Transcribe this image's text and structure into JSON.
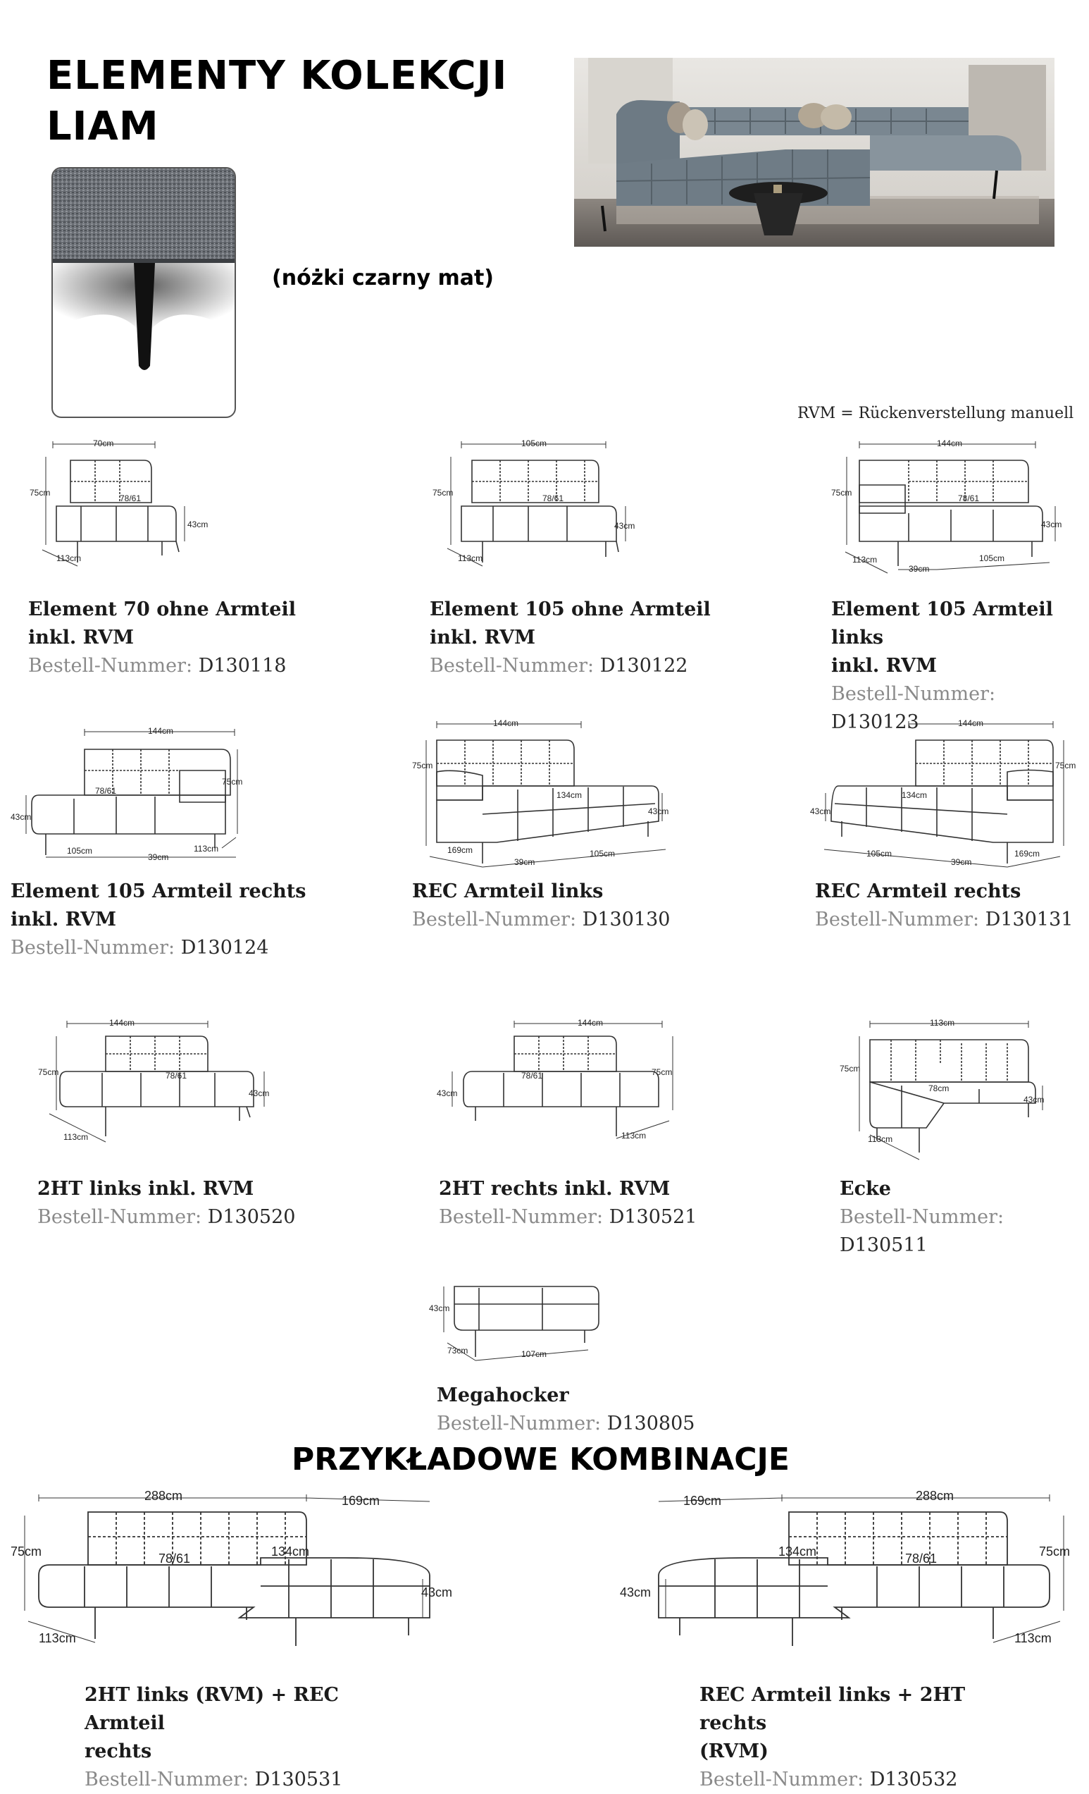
{
  "header": {
    "title_line1": "ELEMENTY KOLEKCJI",
    "title_line2": "LIAM",
    "legs_note": "(nóżki czarny mat)",
    "rvm_note": "RVM = Rückenverstellung manuell"
  },
  "order_label": "Bestell-Nummer:",
  "elements": [
    {
      "name_line1": "Element 70 ohne Armteil",
      "name_line2": "inkl. RVM",
      "number": "D130118",
      "dims": {
        "width": "70cm",
        "height": "75cm",
        "seat": "78/61",
        "seat_h": "43cm",
        "depth": "113cm"
      }
    },
    {
      "name_line1": "Element 105 ohne Armteil",
      "name_line2": "inkl. RVM",
      "number": "D130122",
      "dims": {
        "width": "105cm",
        "height": "75cm",
        "seat": "78/61",
        "seat_h": "43cm",
        "depth": "113cm"
      }
    },
    {
      "name_line1": "Element 105 Armteil links",
      "name_line2": "inkl. RVM",
      "number": "D130123",
      "dims": {
        "width": "144cm",
        "height": "75cm",
        "seat": "78/61",
        "seat_h": "43cm",
        "depth": "113cm",
        "arm": "39cm",
        "inner": "105cm"
      }
    },
    {
      "name_line1": "Element 105 Armteil rechts",
      "name_line2": "inkl. RVM",
      "number": "D130124",
      "dims": {
        "width": "144cm",
        "height": "75cm",
        "seat": "78/61",
        "seat_h": "43cm",
        "depth": "113cm",
        "arm": "39cm",
        "inner": "105cm"
      }
    },
    {
      "name_line1": "REC Armteil links",
      "name_line2": "",
      "number": "D130130",
      "dims": {
        "width": "144cm",
        "height": "75cm",
        "seat": "134cm",
        "seat_h": "43cm",
        "depth": "169cm",
        "arm": "39cm",
        "inner": "105cm"
      }
    },
    {
      "name_line1": "REC Armteil rechts",
      "name_line2": "",
      "number": "D130131",
      "dims": {
        "width": "144cm",
        "height": "75cm",
        "seat": "134cm",
        "seat_h": "43cm",
        "depth": "169cm",
        "arm": "39cm",
        "inner": "105cm"
      }
    },
    {
      "name_line1": "2HT links inkl. RVM",
      "name_line2": "",
      "number": "D130520",
      "dims": {
        "width": "144cm",
        "height": "75cm",
        "seat": "78/61",
        "seat_h": "43cm",
        "depth": "113cm"
      }
    },
    {
      "name_line1": "2HT rechts inkl. RVM",
      "name_line2": "",
      "number": "D130521",
      "dims": {
        "width": "144cm",
        "height": "75cm",
        "seat": "78/61",
        "seat_h": "43cm",
        "depth": "113cm"
      }
    },
    {
      "name_line1": "Ecke",
      "name_line2": "",
      "number": "D130511",
      "dims": {
        "width": "113cm",
        "height": "75cm",
        "seat": "78cm",
        "seat_h": "43cm",
        "depth": "113cm"
      }
    },
    {
      "name_line1": "Megahocker",
      "name_line2": "",
      "number": "D130805",
      "dims": {
        "width": "107cm",
        "seat_h": "43cm",
        "depth": "73cm"
      }
    }
  ],
  "combinations_title": "PRZYKŁADOWE KOMBINACJE",
  "combinations": [
    {
      "name_line1": "2HT links (RVM) + REC Armteil",
      "name_line2": "rechts",
      "number": "D130531",
      "dims": {
        "width": "288cm",
        "chaise": "169cm",
        "height": "75cm",
        "seat": "78/61",
        "seat2": "134cm",
        "seat_h": "43cm",
        "depth": "113cm"
      }
    },
    {
      "name_line1": "REC Armteil links + 2HT rechts",
      "name_line2": "(RVM)",
      "number": "D130532",
      "dims": {
        "width": "288cm",
        "chaise": "169cm",
        "height": "75cm",
        "seat": "78/61",
        "seat2": "134cm",
        "seat_h": "43cm",
        "depth": "113cm"
      }
    }
  ],
  "colors": {
    "ink": "#1a1a1a",
    "label_gray": "#8a8a8a",
    "line": "#333333"
  }
}
